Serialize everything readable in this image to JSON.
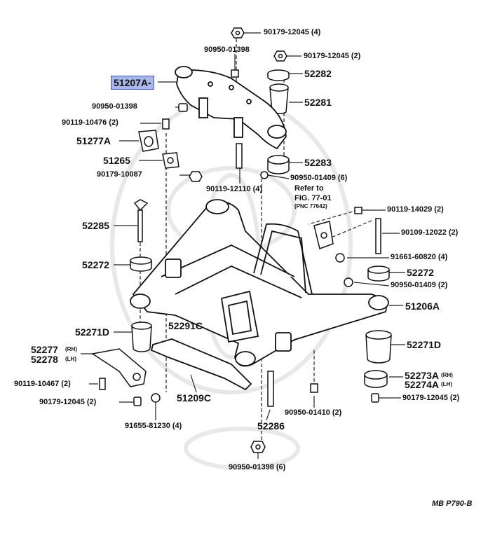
{
  "diagram": {
    "highlight_color": "#a9b7ea",
    "watermark": "Toyota emblem",
    "highlighted_part": "51207A-",
    "labels": {
      "p90179_12045_4": "90179-12045 (4)",
      "p90950_01398_top": "90950-01398",
      "p90179_12045_2_top": "90179-12045 (2)",
      "p52282": "52282",
      "p51207a": "51207A-",
      "p52281": "52281",
      "p90950_01398_left": "90950-01398",
      "p90119_10476": "90119-10476 (2)",
      "p51277a": "51277A",
      "p51265": "51265",
      "p90179_10087": "90179-10087",
      "p52283": "52283",
      "p90950_01409_6": "90950-01409 (6)",
      "p90119_12110": "90119-12110 (4)",
      "refer_line1": "Refer to",
      "refer_line2": "FIG. 77-01",
      "refer_pnc": "(PNC 77642)",
      "p90119_14029": "90119-14029 (2)",
      "p52285": "52285",
      "p90109_12022": "90109-12022 (2)",
      "p91661_60820": "91661-60820 (4)",
      "p52272_left": "52272",
      "p52272_right": "52272",
      "p90950_01409_2": "90950-01409 (2)",
      "p51206a": "51206A",
      "p52291c": "52291C",
      "p52271d_left": "52271D",
      "p52271d_right": "52271D",
      "p52277": "52277",
      "p52277_side": "(RH)",
      "p52278": "52278",
      "p52278_side": "(LH)",
      "p52273a": "52273A",
      "p52273a_side": "(RH)",
      "p52274a": "52274A",
      "p52274a_side": "(LH)",
      "p90119_10467": "90119-10467 (2)",
      "p51209c": "51209C",
      "p90179_12045_2_left": "90179-12045 (2)",
      "p90179_12045_2_right": "90179-12045 (2)",
      "p91655_81230": "91655-81230 (4)",
      "p52286": "52286",
      "p90950_01410": "90950-01410 (2)",
      "p90950_01398_6": "90950-01398 (6)",
      "code": "MB P790-B"
    }
  }
}
